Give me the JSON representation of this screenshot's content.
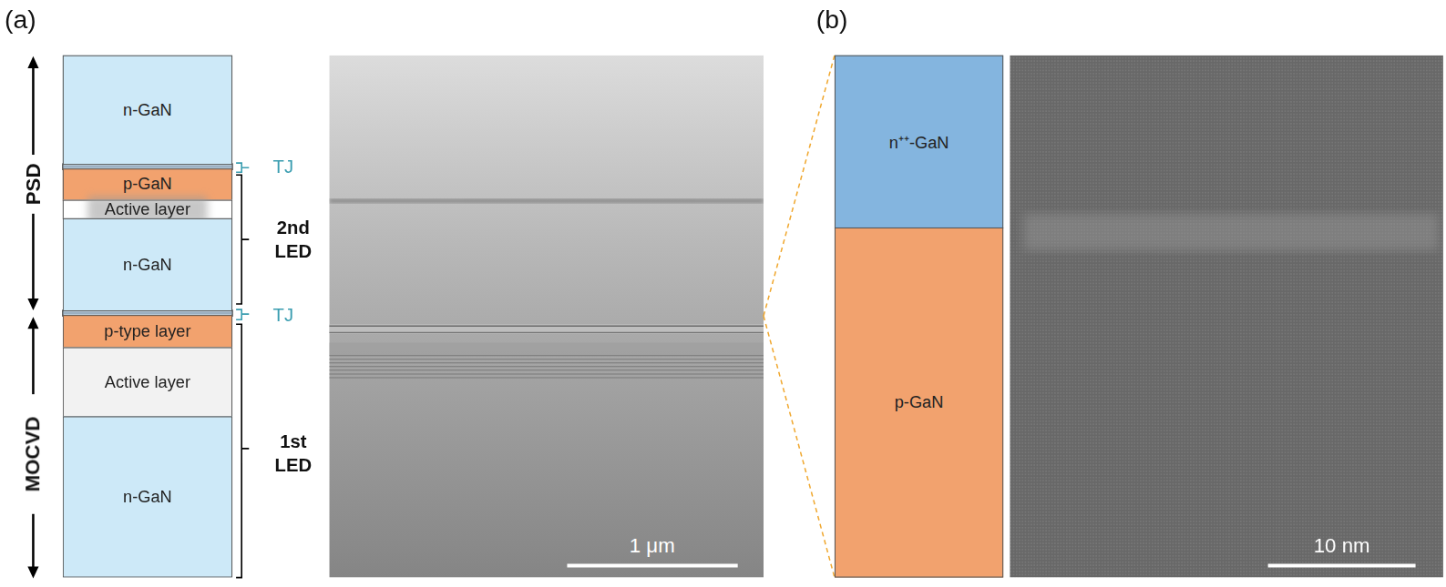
{
  "diagram": {
    "nodes": [
      {
        "text": [
          "n-GaN"
        ]
      },
      {
        "text": [
          "p-GaN"
        ]
      },
      {
        "text": [
          "Active layer"
        ]
      },
      {
        "text": [
          "n-GaN"
        ]
      },
      {
        "text": [
          "p-type layer"
        ]
      },
      {
        "text": [
          "Active layer"
        ]
      },
      {
        "text": [
          "n-GaN"
        ]
      },
      {
        "text": [
          "n⁺⁺-GaN"
        ]
      },
      {
        "text": [
          "p-GaN"
        ]
      }
    ],
    "labels": [
      "(a)",
      "(b)",
      "PSD",
      "MOCVD",
      "TJ",
      "TJ",
      "2nd LED",
      "1st LED",
      "1 μm",
      "10 nm"
    ]
  }
}
